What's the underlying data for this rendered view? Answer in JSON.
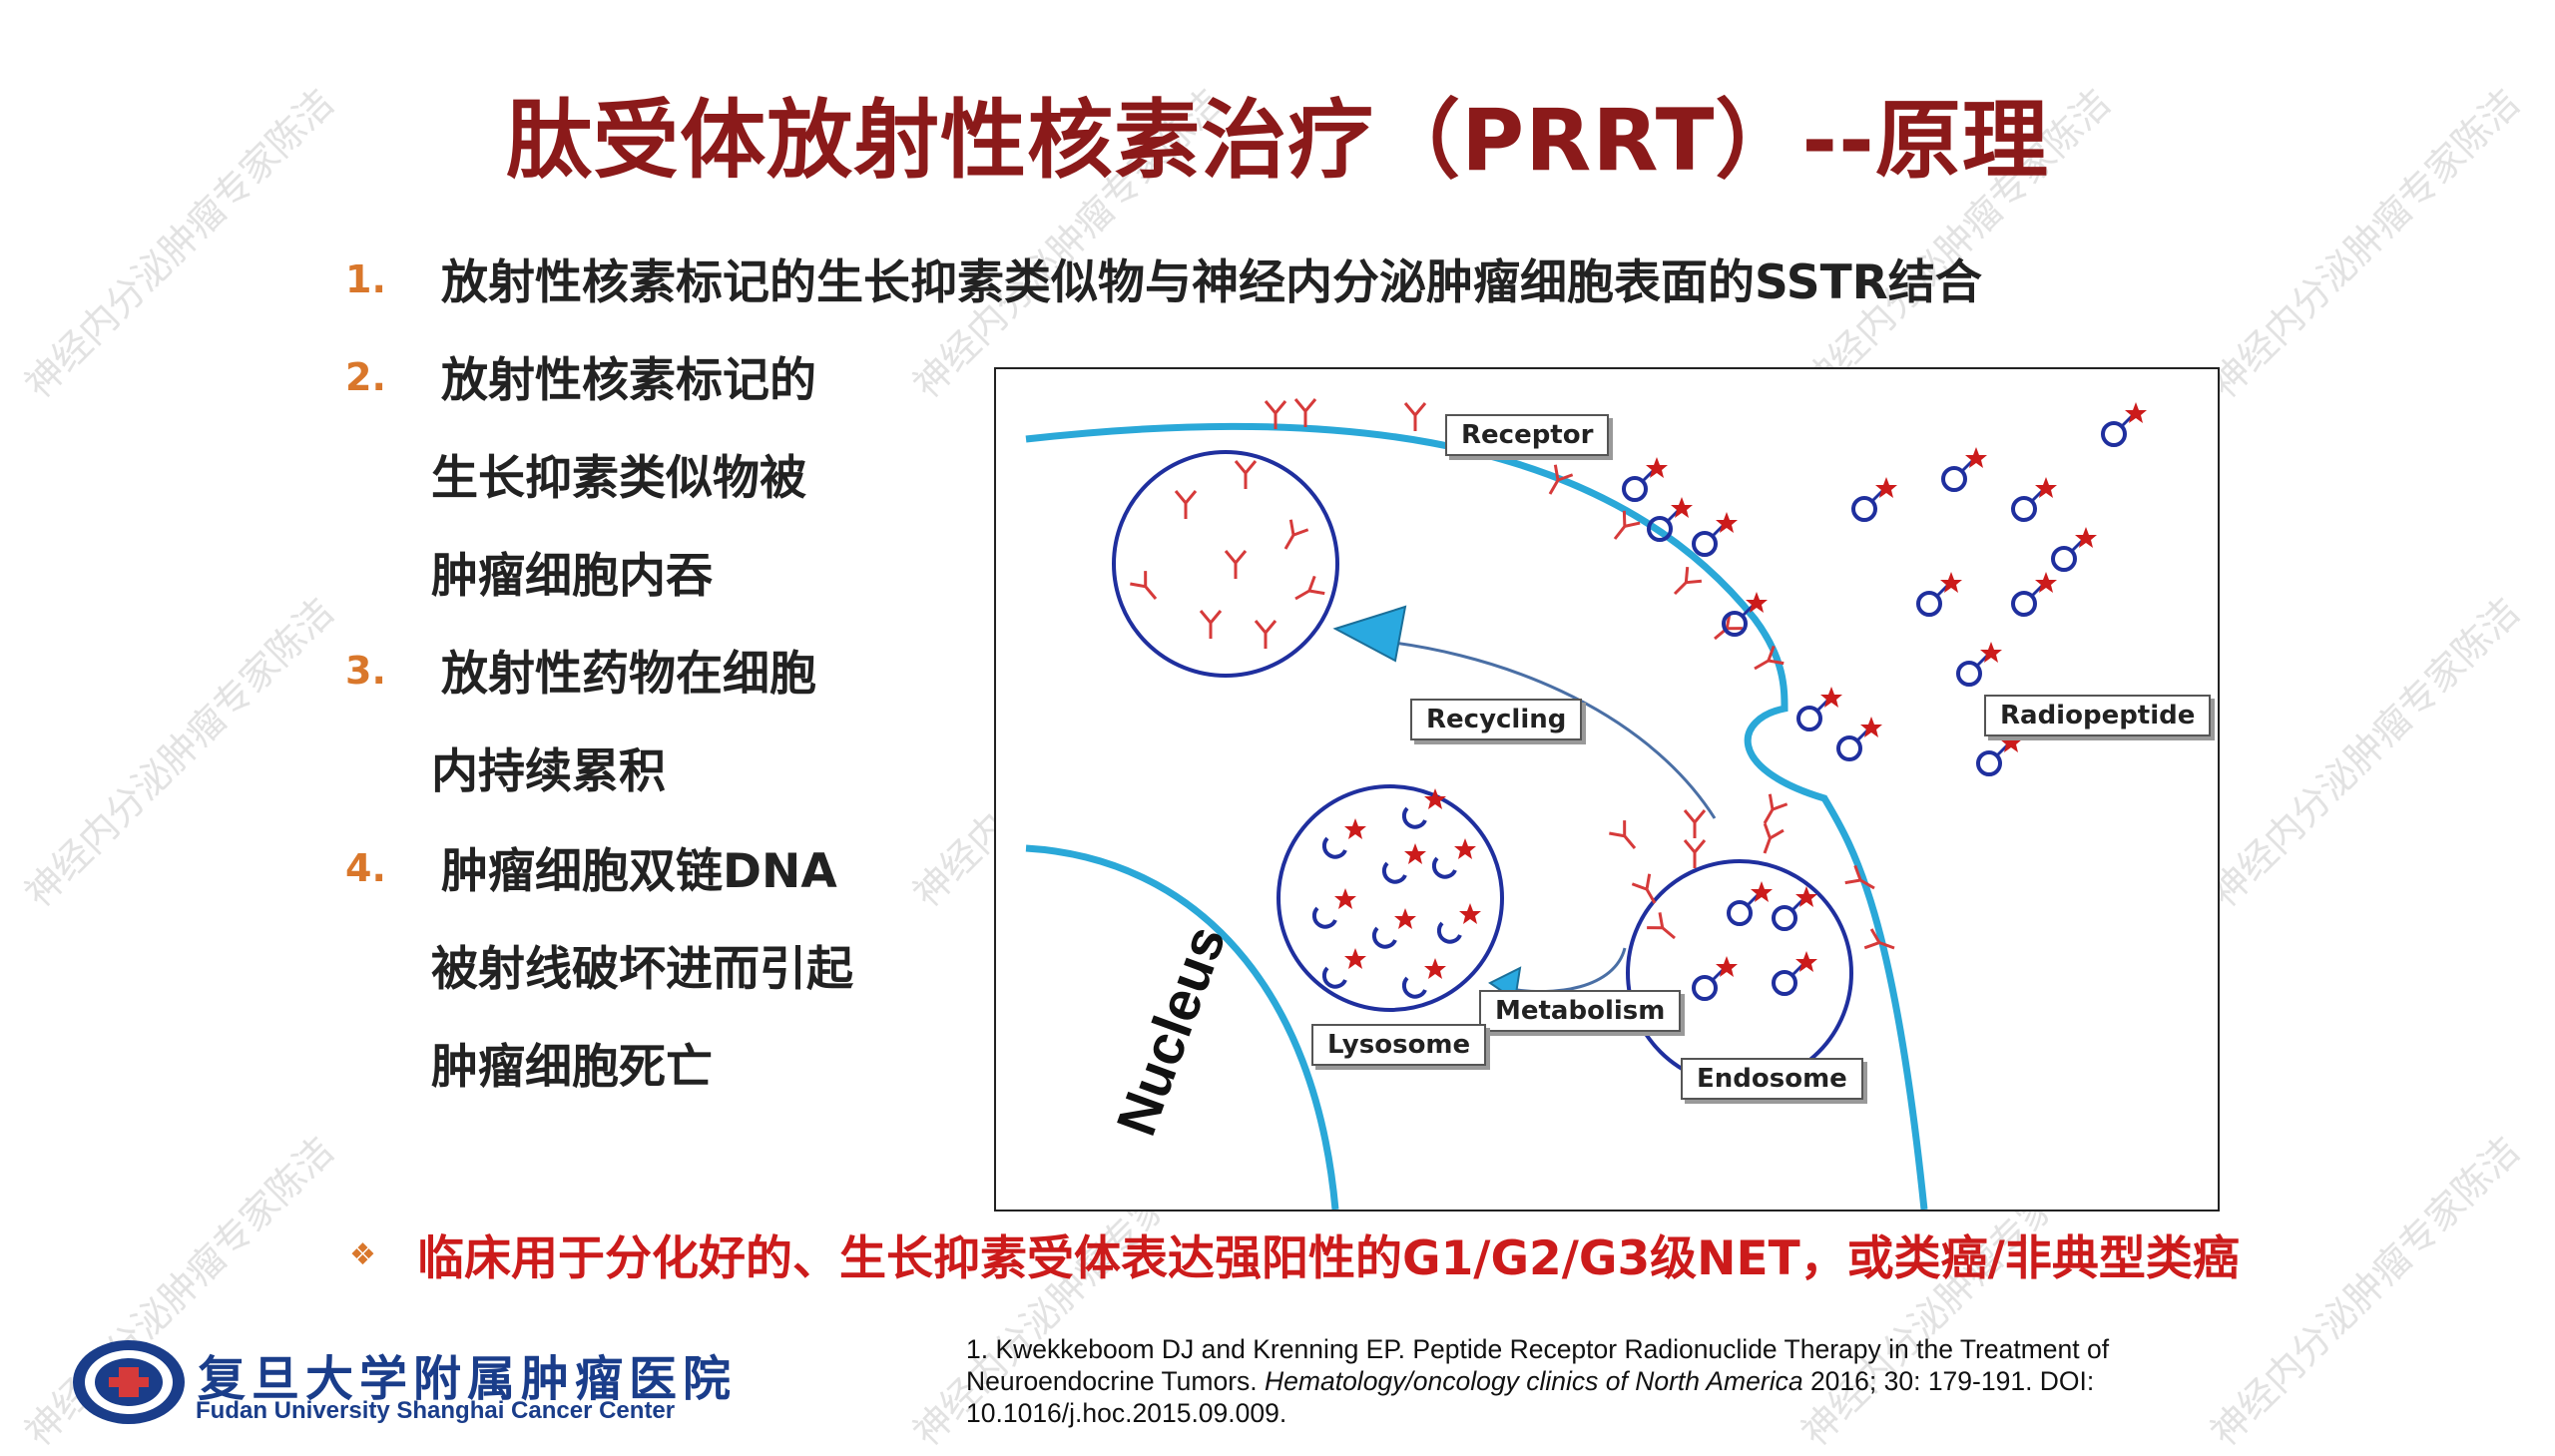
{
  "title": "肽受体放射性核素治疗（PRRT）--原理",
  "points": [
    {
      "num": "1.",
      "lines": [
        "放射性核素标记的生长抑素类似物与神经内分泌肿瘤细胞表面的SSTR结合"
      ]
    },
    {
      "num": "2.",
      "lines": [
        "放射性核素标记的",
        "生长抑素类似物被",
        "肿瘤细胞内吞"
      ]
    },
    {
      "num": "3.",
      "lines": [
        "放射性药物在细胞",
        "内持续累积"
      ]
    },
    {
      "num": "4.",
      "lines": [
        "肿瘤细胞双链DNA",
        "被射线破坏进而引起",
        "肿瘤细胞死亡"
      ]
    }
  ],
  "diagram": {
    "labels": {
      "receptor": "Receptor",
      "recycling": "Recycling",
      "radiopeptide": "Radiopeptide",
      "metabolism": "Metabolism",
      "lysosome": "Lysosome",
      "endosome": "Endosome",
      "nucleus": "Nucleus"
    },
    "colors": {
      "membrane": "#2aa8d8",
      "vesicle": "#1f2f9e",
      "receptor": "#d63a3a",
      "star": "#cc1b1b"
    }
  },
  "clinical": {
    "bullet": "❖",
    "text": "临床用于分化好的、生长抑素受体表达强阳性的G1/G2/G3级NET，或类癌/非典型类癌"
  },
  "reference": {
    "part1": "1. Kwekkeboom DJ and Krenning EP. Peptide Receptor Radionuclide Therapy in the Treatment of Neuroendocrine Tumors. ",
    "journal": "Hematology/oncology clinics of North America",
    "part2": " 2016; 30: 179-191. DOI: 10.1016/j.hoc.2015.09.009."
  },
  "logo": {
    "cn": "复旦大学附属肿瘤医院",
    "en": "Fudan University Shanghai Cancer Center"
  },
  "watermark": "神经内分泌肿瘤专家陈洁"
}
